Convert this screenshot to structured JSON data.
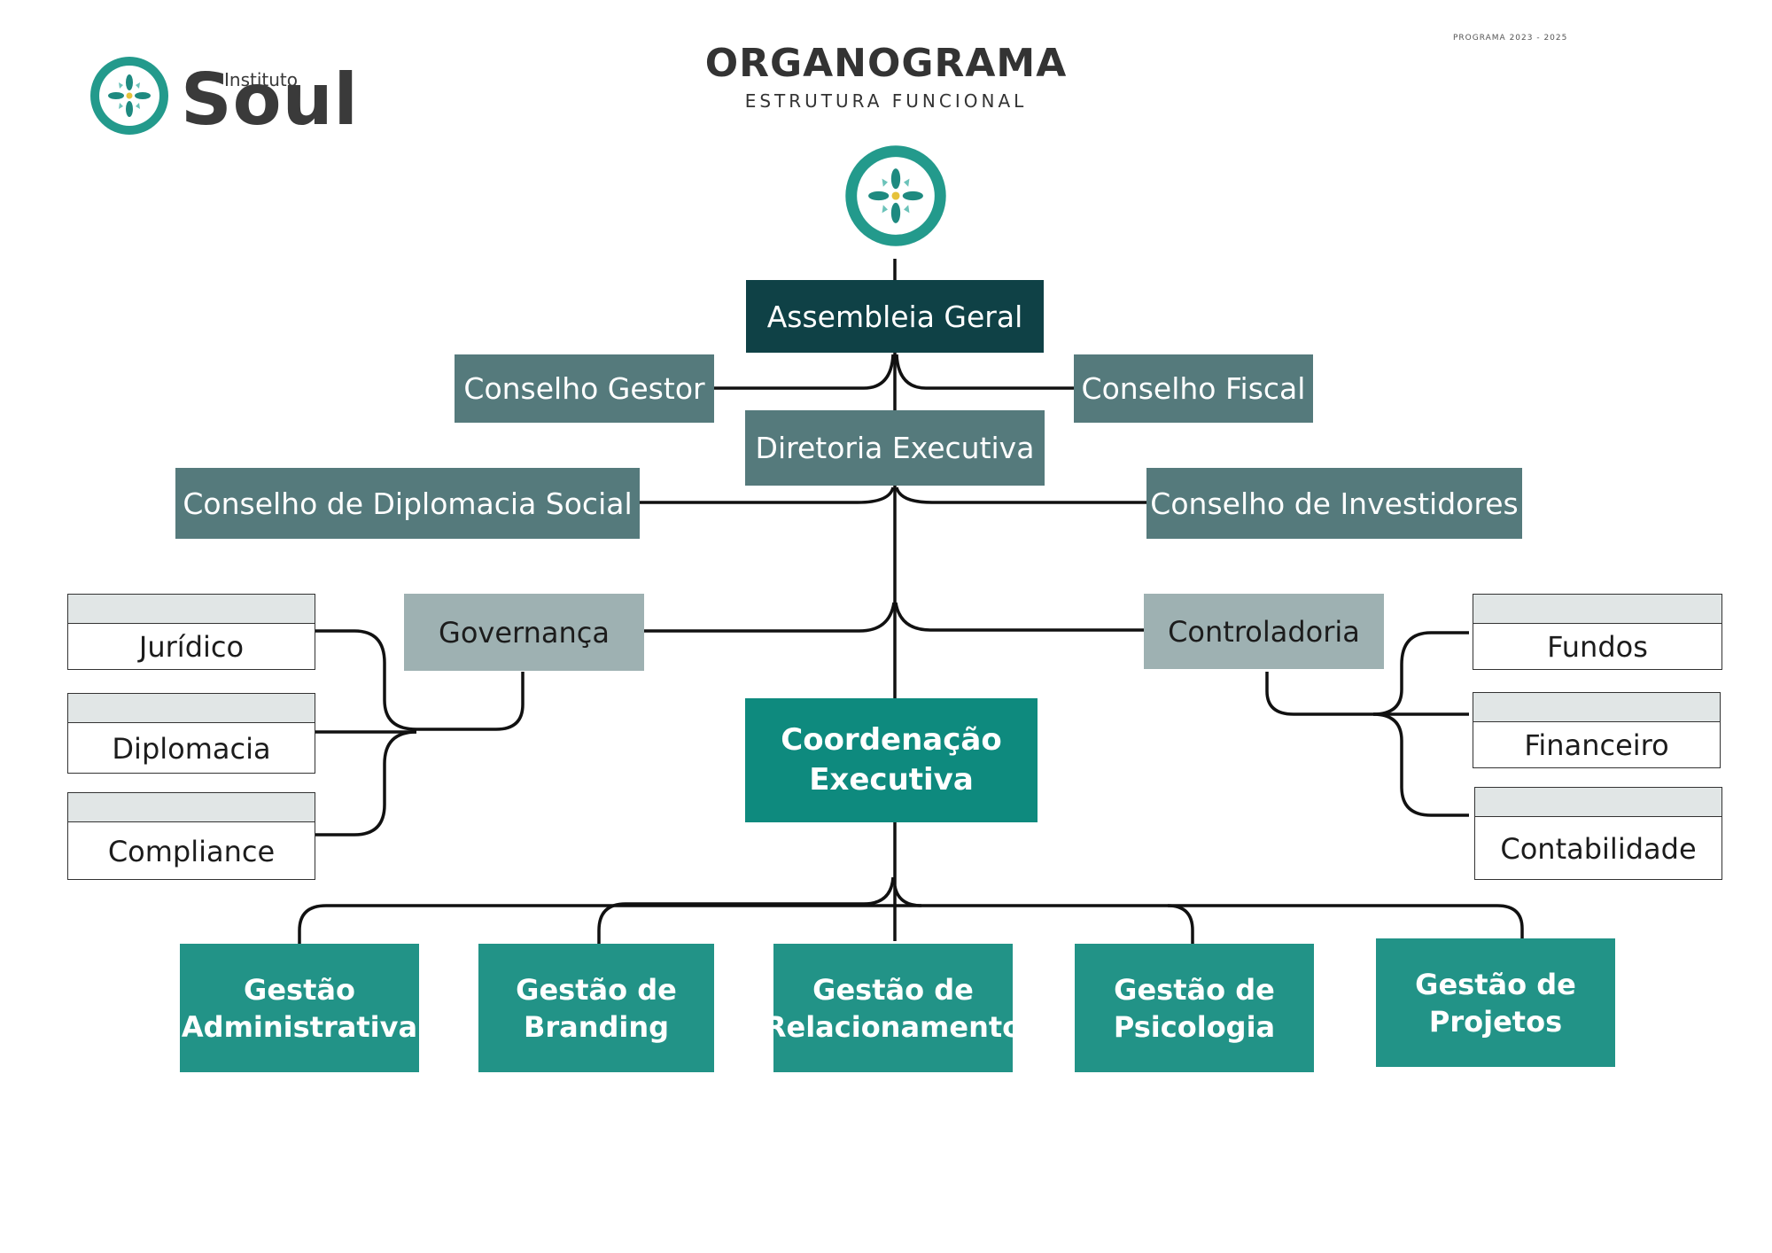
{
  "header": {
    "title": "ORGANOGRAMA",
    "subtitle": "ESTRUTURA FUNCIONAL",
    "program": "PROGRAMA 2023 - 2025",
    "brand_small": "Instituto",
    "brand_big": "Soul",
    "logo_icon": "flower-logo-icon"
  },
  "chart": {
    "top": "Assembleia Geral",
    "left_council": "Conselho Gestor",
    "right_council": "Conselho Fiscal",
    "board": "Diretoria Executiva",
    "left_council_2": "Conselho de Diplomacia Social",
    "right_council_2": "Conselho de Investidores",
    "governance": "Governança",
    "controllership": "Controladoria",
    "coordination_line1": "Coordenação",
    "coordination_line2": "Executiva",
    "governance_units": [
      "Jurídico",
      "Diplomacia",
      "Compliance"
    ],
    "controllership_units": [
      "Fundos",
      "Financeiro",
      "Contabilidade"
    ],
    "departments": [
      {
        "line1": "Gestão",
        "line2": "Administrativa"
      },
      {
        "line1": "Gestão de",
        "line2": "Branding"
      },
      {
        "line1": "Gestão de",
        "line2": "Relacionamento"
      },
      {
        "line1": "Gestão de",
        "line2": "Psicologia"
      },
      {
        "line1": "Gestão de",
        "line2": "Projetos"
      }
    ]
  },
  "colors": {
    "dark": "#0f4146",
    "slate": "#557a7c",
    "grey": "#9eb1b2",
    "teal": "#0e8a7e",
    "department": "#229387"
  }
}
